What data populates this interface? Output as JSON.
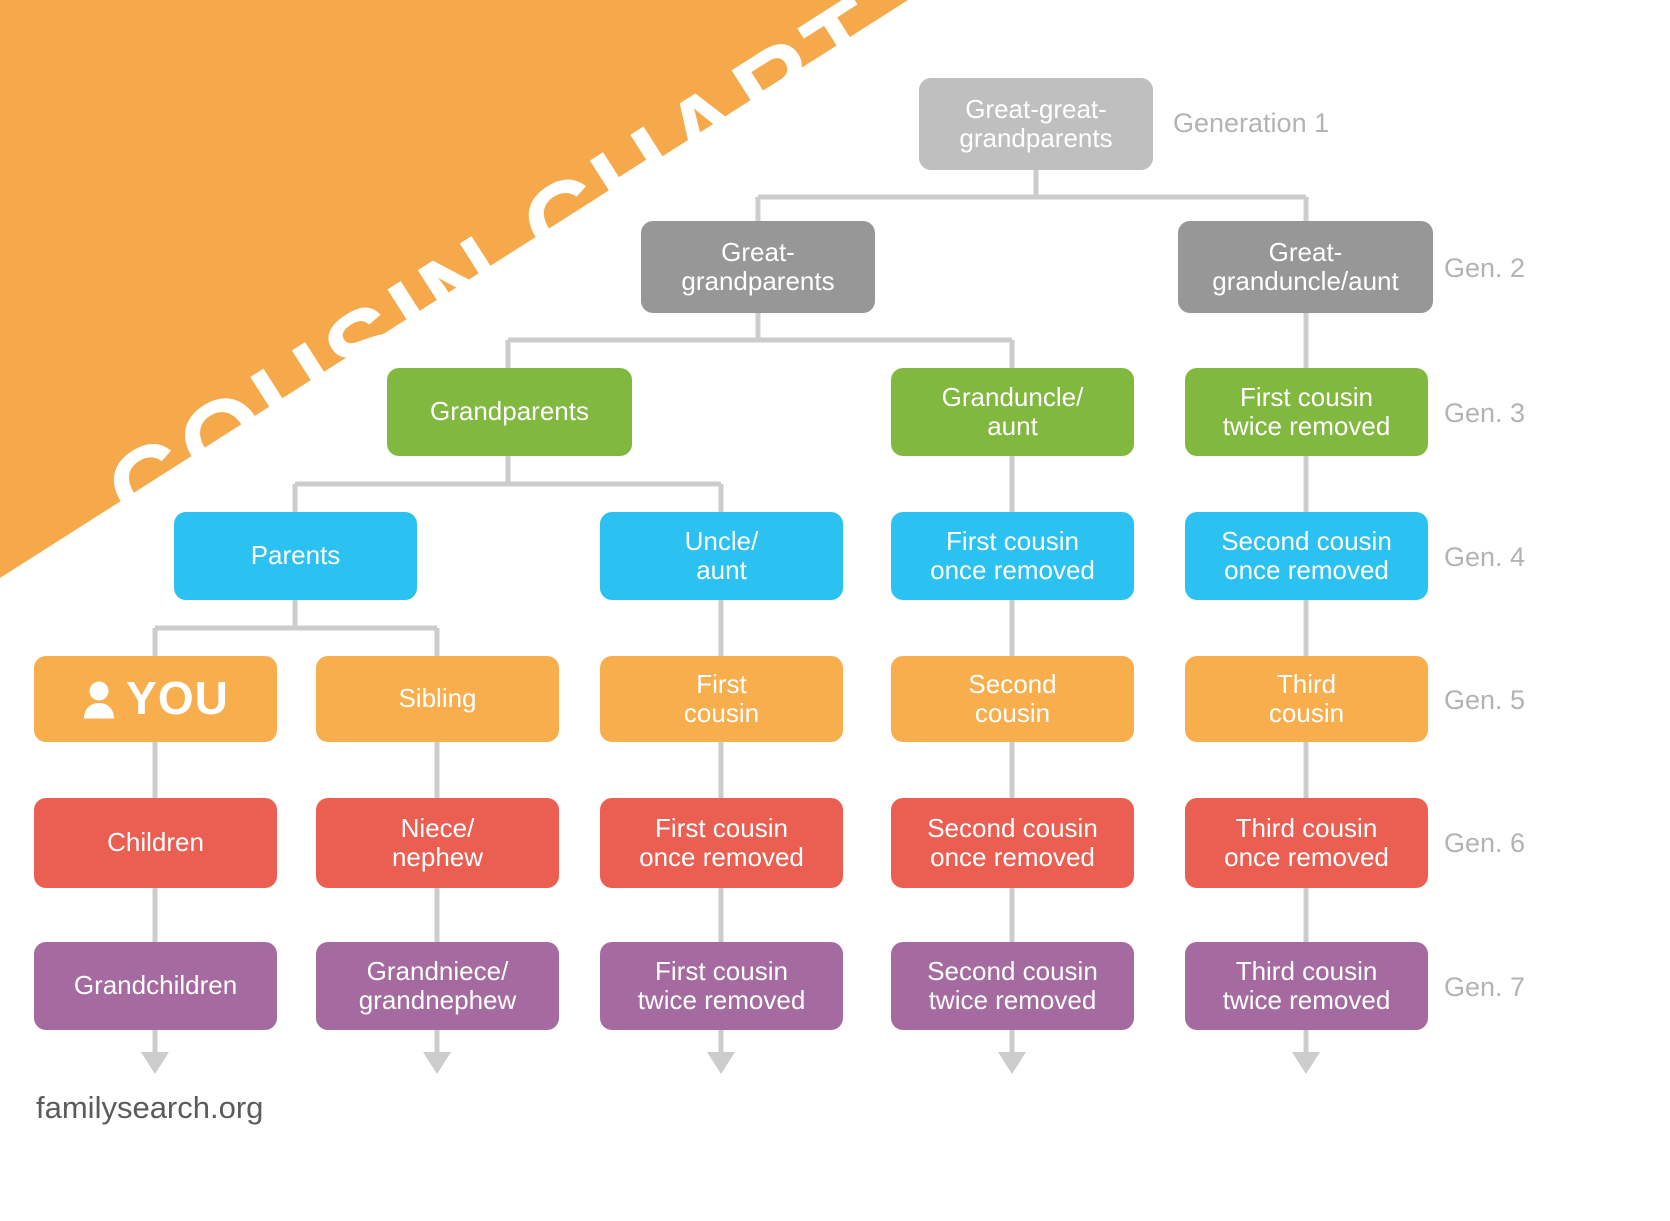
{
  "title": "COUSIN CHART",
  "footer": "familysearch.org",
  "colors": {
    "banner": "#f6a94a",
    "gen1": "#bfbfbf",
    "gen2": "#979797",
    "gen3": "#81b840",
    "gen4": "#2bc1f0",
    "gen5": "#f8ae4d",
    "gen6": "#eb5e52",
    "gen7": "#a56ba0",
    "connector": "#cccccc",
    "gen_label": "#b3b3b3",
    "footer_text": "#5b5b5b"
  },
  "generation_labels": [
    {
      "label": "Generation 1"
    },
    {
      "label": "Gen. 2"
    },
    {
      "label": "Gen. 3"
    },
    {
      "label": "Gen. 4"
    },
    {
      "label": "Gen. 5"
    },
    {
      "label": "Gen. 6"
    },
    {
      "label": "Gen. 7"
    }
  ],
  "chart_data": {
    "type": "diagram",
    "title": "COUSIN CHART",
    "source": "familysearch.org",
    "generations": 7,
    "nodes": [
      {
        "id": "n1",
        "gen": 1,
        "col": 4,
        "label": "Great-great-\ngrandparents"
      },
      {
        "id": "n2",
        "gen": 2,
        "col": 3,
        "label": "Great-\ngrandparents"
      },
      {
        "id": "n3",
        "gen": 2,
        "col": 5,
        "label": "Great-\ngranduncle/aunt"
      },
      {
        "id": "n4",
        "gen": 3,
        "col": 2,
        "label": "Grandparents"
      },
      {
        "id": "n5",
        "gen": 3,
        "col": 4,
        "label": "Granduncle/\naunt"
      },
      {
        "id": "n6",
        "gen": 3,
        "col": 5,
        "label": "First cousin\ntwice removed"
      },
      {
        "id": "n7",
        "gen": 4,
        "col": 1,
        "label": "Parents"
      },
      {
        "id": "n8",
        "gen": 4,
        "col": 3,
        "label": "Uncle/\naunt"
      },
      {
        "id": "n9",
        "gen": 4,
        "col": 4,
        "label": "First cousin\nonce removed"
      },
      {
        "id": "n10",
        "gen": 4,
        "col": 5,
        "label": "Second cousin\nonce removed"
      },
      {
        "id": "n11",
        "gen": 5,
        "col": 1,
        "label": "YOU",
        "icon": "person-icon",
        "emphasis": true
      },
      {
        "id": "n12",
        "gen": 5,
        "col": 2,
        "label": "Sibling"
      },
      {
        "id": "n13",
        "gen": 5,
        "col": 3,
        "label": "First\ncousin"
      },
      {
        "id": "n14",
        "gen": 5,
        "col": 4,
        "label": "Second\ncousin"
      },
      {
        "id": "n15",
        "gen": 5,
        "col": 5,
        "label": "Third\ncousin"
      },
      {
        "id": "n16",
        "gen": 6,
        "col": 1,
        "label": "Children"
      },
      {
        "id": "n17",
        "gen": 6,
        "col": 2,
        "label": "Niece/\nnephew"
      },
      {
        "id": "n18",
        "gen": 6,
        "col": 3,
        "label": "First cousin\nonce removed"
      },
      {
        "id": "n19",
        "gen": 6,
        "col": 4,
        "label": "Second cousin\nonce removed"
      },
      {
        "id": "n20",
        "gen": 6,
        "col": 5,
        "label": "Third cousin\nonce removed"
      },
      {
        "id": "n21",
        "gen": 7,
        "col": 1,
        "label": "Grandchildren"
      },
      {
        "id": "n22",
        "gen": 7,
        "col": 2,
        "label": "Grandniece/\ngrandnephew"
      },
      {
        "id": "n23",
        "gen": 7,
        "col": 3,
        "label": "First cousin\ntwice removed"
      },
      {
        "id": "n24",
        "gen": 7,
        "col": 4,
        "label": "Second cousin\ntwice removed"
      },
      {
        "id": "n25",
        "gen": 7,
        "col": 5,
        "label": "Third cousin\ntwice removed"
      }
    ],
    "edges": [
      {
        "from": "n1",
        "to": "n2"
      },
      {
        "from": "n1",
        "to": "n3"
      },
      {
        "from": "n2",
        "to": "n4"
      },
      {
        "from": "n2",
        "to": "n5"
      },
      {
        "from": "n3",
        "to": "n6"
      },
      {
        "from": "n4",
        "to": "n7"
      },
      {
        "from": "n4",
        "to": "n8"
      },
      {
        "from": "n5",
        "to": "n9"
      },
      {
        "from": "n6",
        "to": "n10"
      },
      {
        "from": "n7",
        "to": "n11"
      },
      {
        "from": "n7",
        "to": "n12"
      },
      {
        "from": "n8",
        "to": "n13"
      },
      {
        "from": "n9",
        "to": "n14"
      },
      {
        "from": "n10",
        "to": "n15"
      },
      {
        "from": "n11",
        "to": "n16"
      },
      {
        "from": "n12",
        "to": "n17"
      },
      {
        "from": "n13",
        "to": "n18"
      },
      {
        "from": "n14",
        "to": "n19"
      },
      {
        "from": "n15",
        "to": "n20"
      },
      {
        "from": "n16",
        "to": "n21"
      },
      {
        "from": "n17",
        "to": "n22"
      },
      {
        "from": "n18",
        "to": "n23"
      },
      {
        "from": "n19",
        "to": "n24"
      },
      {
        "from": "n20",
        "to": "n25"
      }
    ]
  }
}
